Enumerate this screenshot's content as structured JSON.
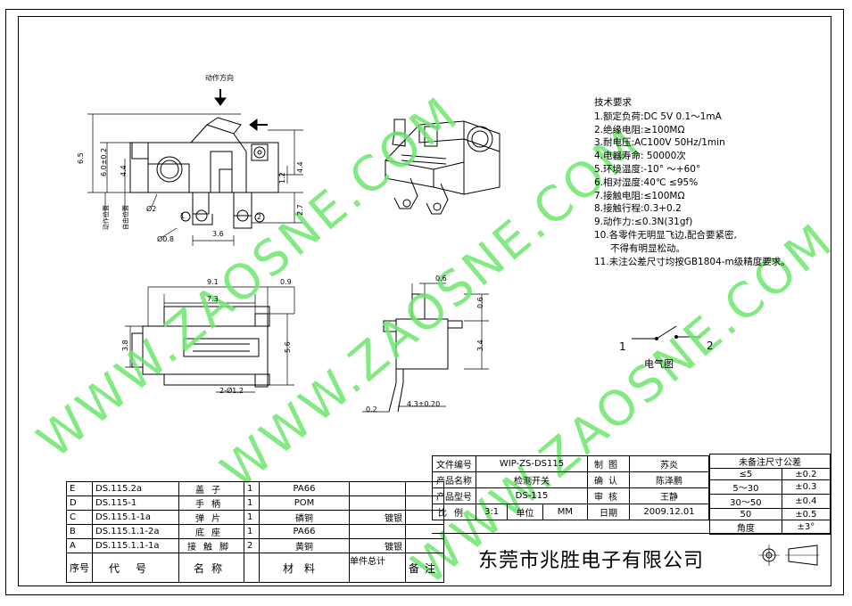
{
  "drawing": {
    "motion_direction_label": "动作方向",
    "technical_requirements": {
      "title": "技术要求",
      "items": [
        "1.额定负荷:DC 5V  0.1～1mA",
        "2.绝缘电阻:≥100MΩ",
        "3.耐电压:AC100V 50Hz/1min",
        "4.电器寿命: 50000次",
        "5.环境温度:-10° ～+60°",
        "6.相对湿度:40℃  ≤95%",
        "7.接触电阻:≤100MΩ",
        "8.接触行程:0.3+0.2",
        "9.动作力:≤0.3N(31gf)",
        "10.各零件无明显飞边,配合要紧密,",
        "不得有明显松动。",
        "11.未注公差尺寸均按GB1804-m级精度要求。"
      ]
    },
    "electrical_diagram": {
      "label": "电气图",
      "pin1": "1",
      "pin2": "2"
    },
    "dimensions": {
      "d_6_5": "6.5",
      "d_6_0": "6.0±0.2",
      "d_4_4_left": "4.4",
      "d_4_4_right": "4.4",
      "d_1_2": "1.2",
      "d_2_7": "2.7",
      "d_phi2": "Ø2",
      "d_phi08": "Ø0.8",
      "d_3_6": "3.6",
      "d_9_1": "9.1",
      "d_0_9": "0.9",
      "d_7_3": "7.3",
      "d_3_8": "3.8",
      "d_5_6": "5.6",
      "d_2phi12": "2-Ø1.2",
      "d_0_6a": "0.6",
      "d_0_6b": "0.6",
      "d_3_4": "3.4",
      "d_0_2": "0.2",
      "d_4_3": "4.3±0.20",
      "label_action": "动作位置",
      "label_free": "自由位置",
      "pin_1": "1",
      "pin_2": "2"
    },
    "watermark": "WWW.ZAOSNE.COM"
  },
  "parts_table": {
    "rows": [
      {
        "seq": "E",
        "code": "DS.115.2a",
        "name": "盖子",
        "qty": "1",
        "material": "PA66",
        "finish": "",
        "note": ""
      },
      {
        "seq": "D",
        "code": "DS.115-1",
        "name": "手柄",
        "qty": "1",
        "material": "POM",
        "finish": "",
        "note": ""
      },
      {
        "seq": "C",
        "code": "DS.115.1-1a",
        "name": "弹片",
        "qty": "1",
        "material": "磷铜",
        "finish": "镀银",
        "note": ""
      },
      {
        "seq": "B",
        "code": "DS.115.1.1-2a",
        "name": "底座",
        "qty": "1",
        "material": "PA66",
        "finish": "",
        "note": ""
      },
      {
        "seq": "A",
        "code": "DS.115.1.1-1a",
        "name": "接触脚",
        "qty": "2",
        "material": "黄铜",
        "finish": "镀银",
        "note": ""
      }
    ],
    "header": {
      "seq": "序号",
      "code": "代号",
      "name": "名称",
      "material": "材料",
      "unit_weight": "单件",
      "total_weight": "总计",
      "note": "备注"
    }
  },
  "title_block": {
    "file_no_label": "文件编号",
    "file_no": "WIP-ZS-DS115",
    "product_name_label": "产品名称",
    "product_name": "检测开关",
    "product_model_label": "产品型号",
    "product_model": "DS-115",
    "scale_label": "比例",
    "scale": "3:1",
    "unit_label": "单位",
    "unit": "MM",
    "drawn_label": "制图",
    "drawn_by": "苏炎",
    "checked_label": "确认",
    "checked_by": "陈泽鹏",
    "approved_label": "审核",
    "approved_by": "王静",
    "date_label": "日期",
    "date": "2009.12.01",
    "company": "东莞市兆胜电子有限公司"
  },
  "tolerance_table": {
    "title": "未备注尺寸公差",
    "rows": [
      {
        "range": "≤5",
        "tol": "±0.2"
      },
      {
        "range": "5～30",
        "tol": "±0.3"
      },
      {
        "range": "30～50",
        "tol": "±0.4"
      },
      {
        "range": "50",
        "tol": "±0.5"
      },
      {
        "range": "角度",
        "tol": "±3°"
      }
    ]
  }
}
